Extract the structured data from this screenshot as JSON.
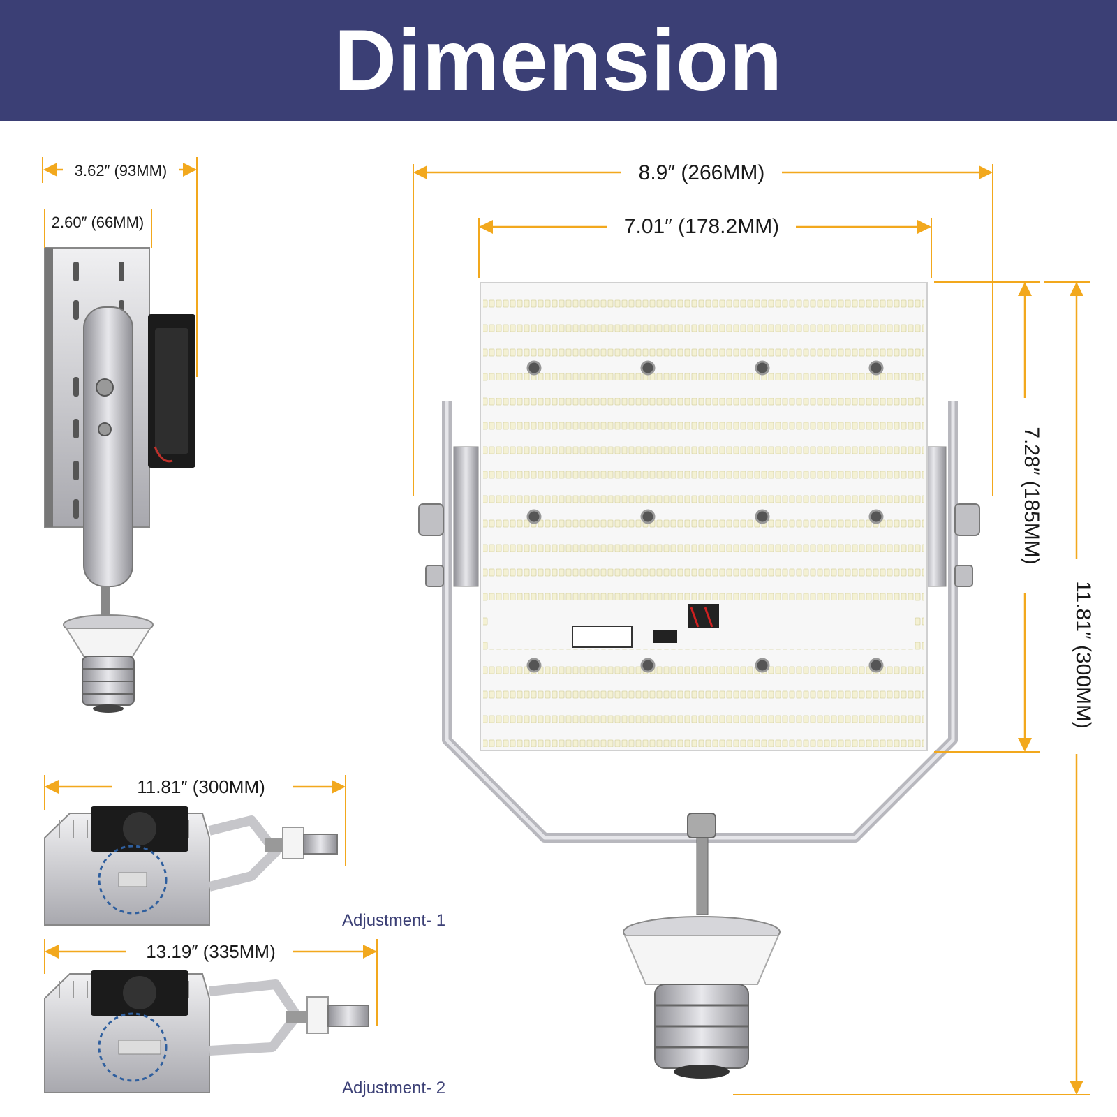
{
  "title": "Dimension",
  "colors": {
    "banner": "#3b3f75",
    "dimension_line": "#f2a81d",
    "adjust_circle": "#2f5f9e",
    "led": "#f4f1d4",
    "metal": "#c8c8cc"
  },
  "dimensions": {
    "side_depth_outer": "3.62″  (93MM)",
    "side_depth_inner": "2.60″  (66MM)",
    "overall_width": "8.9″  (266MM)",
    "panel_width": "7.01″  (178.2MM)",
    "panel_height": "7.28″  (185MM)",
    "overall_height": "11.81″  (300MM)",
    "adjust1_length": "11.81″  (300MM)",
    "adjust2_length": "13.19″  (335MM)"
  },
  "labels": {
    "adjustment_1": "Adjustment- 1",
    "adjustment_2": "Adjustment- 2"
  }
}
